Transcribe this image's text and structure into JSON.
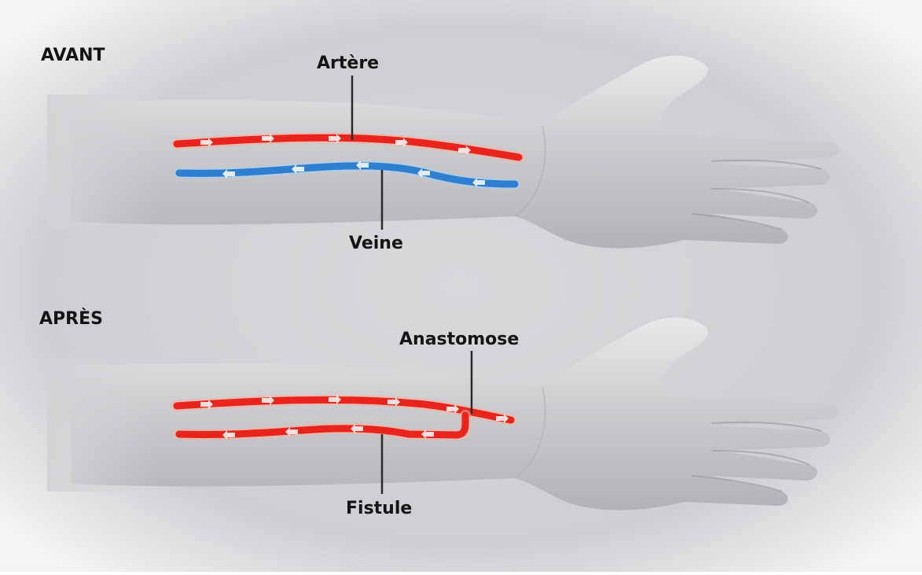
{
  "sections": {
    "before": {
      "title": "AVANT",
      "artery_label": "Artère",
      "vein_label": "Veine"
    },
    "after": {
      "title": "APRÈS",
      "anastomosis_label": "Anastomose",
      "fistula_label": "Fistule"
    }
  },
  "colors": {
    "artery": "#e8241c",
    "vein": "#2e7fd0",
    "skin": "#c9c9cc",
    "background": "#d6d6d9"
  },
  "flow": {
    "artery_direction": "toward-hand",
    "vein_direction": "toward-elbow"
  }
}
